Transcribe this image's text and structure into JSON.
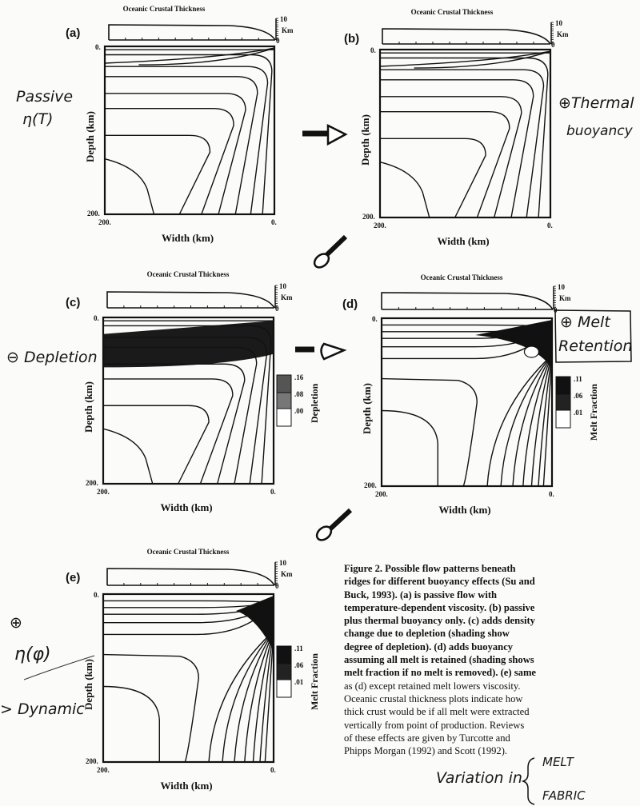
{
  "panels": [
    {
      "id": "a",
      "label": "(a)",
      "title": "Oceanic Crustal Thickness",
      "scale_top": "10",
      "scale_unit": "Km",
      "scale_bottom": "0",
      "depth_top": "0.",
      "depth_bottom": "200.",
      "width_left": "200.",
      "width_right": "0.",
      "xlabel": "Width (km)",
      "ylabel": "Depth (km)",
      "style": "passive"
    },
    {
      "id": "b",
      "label": "(b)",
      "title": "Oceanic Crustal Thickness",
      "scale_top": "10",
      "scale_unit": "Km",
      "scale_bottom": "0",
      "depth_top": "0.",
      "depth_bottom": "200.",
      "width_left": "200.",
      "width_right": "0.",
      "xlabel": "Width (km)",
      "ylabel": "Depth (km)",
      "style": "thermal"
    },
    {
      "id": "c",
      "label": "(c)",
      "title": "Oceanic Crustal Thickness",
      "scale_top": "10",
      "scale_unit": "Km",
      "scale_bottom": "0",
      "depth_top": "0.",
      "depth_bottom": "200.",
      "width_left": "200.",
      "width_right": "0.",
      "xlabel": "Width (km)",
      "ylabel": "Depth (km)",
      "style": "depletion",
      "legend": {
        "title": "Depletion",
        "ticks": [
          ".16",
          ".08",
          ".00"
        ]
      }
    },
    {
      "id": "d",
      "label": "(d)",
      "title": "Oceanic Crustal Thickness",
      "scale_top": "10",
      "scale_unit": "Km",
      "scale_bottom": "0",
      "depth_top": "0.",
      "depth_bottom": "200.",
      "width_left": "200.",
      "width_right": "0.",
      "xlabel": "Width (km)",
      "ylabel": "Depth (km)",
      "style": "melt",
      "legend": {
        "title": "Melt Fraction",
        "ticks": [
          ".11",
          ".06",
          ".01"
        ]
      }
    },
    {
      "id": "e",
      "label": "(e)",
      "title": "Oceanic Crustal Thickness",
      "scale_top": "10",
      "scale_unit": "Km",
      "scale_bottom": "0",
      "depth_top": "0.",
      "depth_bottom": "200.",
      "width_left": "200.",
      "width_right": "0.",
      "xlabel": "Width (km)",
      "ylabel": "Depth (km)",
      "style": "dynamic",
      "legend": {
        "title": "Melt Fraction",
        "ticks": [
          ".11",
          ".06",
          ".01"
        ]
      }
    }
  ],
  "caption": [
    {
      "text": "Figure 2.  Possible flow patterns beneath",
      "bold": true
    },
    {
      "text": "ridges for different buoyancy effects (Su and",
      "bold": true
    },
    {
      "text": "Buck, 1993).  (a) is passive flow with",
      "bold": true
    },
    {
      "text": "temperature-dependent viscosity.  (b) passive",
      "bold": true
    },
    {
      "text": "plus thermal buoyancy only.  (c) adds density",
      "bold": true
    },
    {
      "text": "change due to depletion (shading show",
      "bold": true
    },
    {
      "text": "degree of depletion).  (d) adds buoyancy",
      "bold": true
    },
    {
      "text": "assuming all melt is retained (shading shows",
      "bold": true
    },
    {
      "text": "melt fraction if no melt is removed).  (e) same",
      "bold": true
    },
    {
      "text": "as (d) except retained melt lowers viscosity.",
      "bold": false
    },
    {
      "text": "Oceanic crustal thickness plots indicate how",
      "bold": false
    },
    {
      "text": "thick crust would be if all melt were extracted",
      "bold": false
    },
    {
      "text": "vertically from point of production.  Reviews",
      "bold": false
    },
    {
      "text": "of these effects are given by Turcotte and",
      "bold": false
    },
    {
      "text": "Phipps Morgan (1992) and Scott (1992).",
      "bold": false
    }
  ],
  "handwritten": {
    "passive": "Passive",
    "eta_t": "η(T)",
    "thermal": "⊕Thermal",
    "buoyancy": "buoyancy",
    "depletion": "⊖ Depletion",
    "melt_retention_1": "⊕ Melt",
    "melt_retention_2": "Retention",
    "plus_e": "⊕",
    "eta_phi": "η(φ)",
    "dynamic": "> Dynamic",
    "variation": "Variation in",
    "melt": "MELT",
    "fabric": "FABRIC"
  }
}
